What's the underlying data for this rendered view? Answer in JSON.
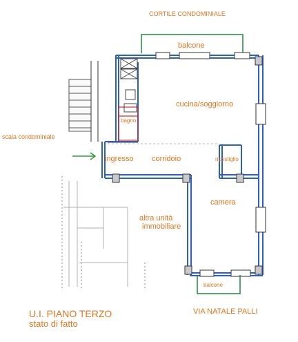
{
  "labels": {
    "cortile": "CORTILE CONDOMINIALE",
    "balcone_top": "balcone",
    "cucina": "cucina/soggiorno",
    "bagno": "bagno",
    "scala": "scala condominiale",
    "ingresso": "ingresso",
    "corridoio": "corridoio",
    "ripostiglio": "ripostiglio",
    "camera": "camera",
    "altra_line1": "altra unità",
    "altra_line2": "immobiliare",
    "balcone_bottom": "balcone",
    "via": "VIA NATALE PALLI",
    "title_line1": "U.I. PIANO TERZO",
    "title_line2": "stato di fatto"
  },
  "colors": {
    "wall_blue": "#2a5fc7",
    "wall_dark": "#4a4a6a",
    "balcony_green": "#1f8a3a",
    "text_orange": "#e2761e",
    "arrow_green": "#2e9b3a",
    "bathroom_red": "#d43030",
    "old_plan_gray": "#9a9a9a"
  }
}
